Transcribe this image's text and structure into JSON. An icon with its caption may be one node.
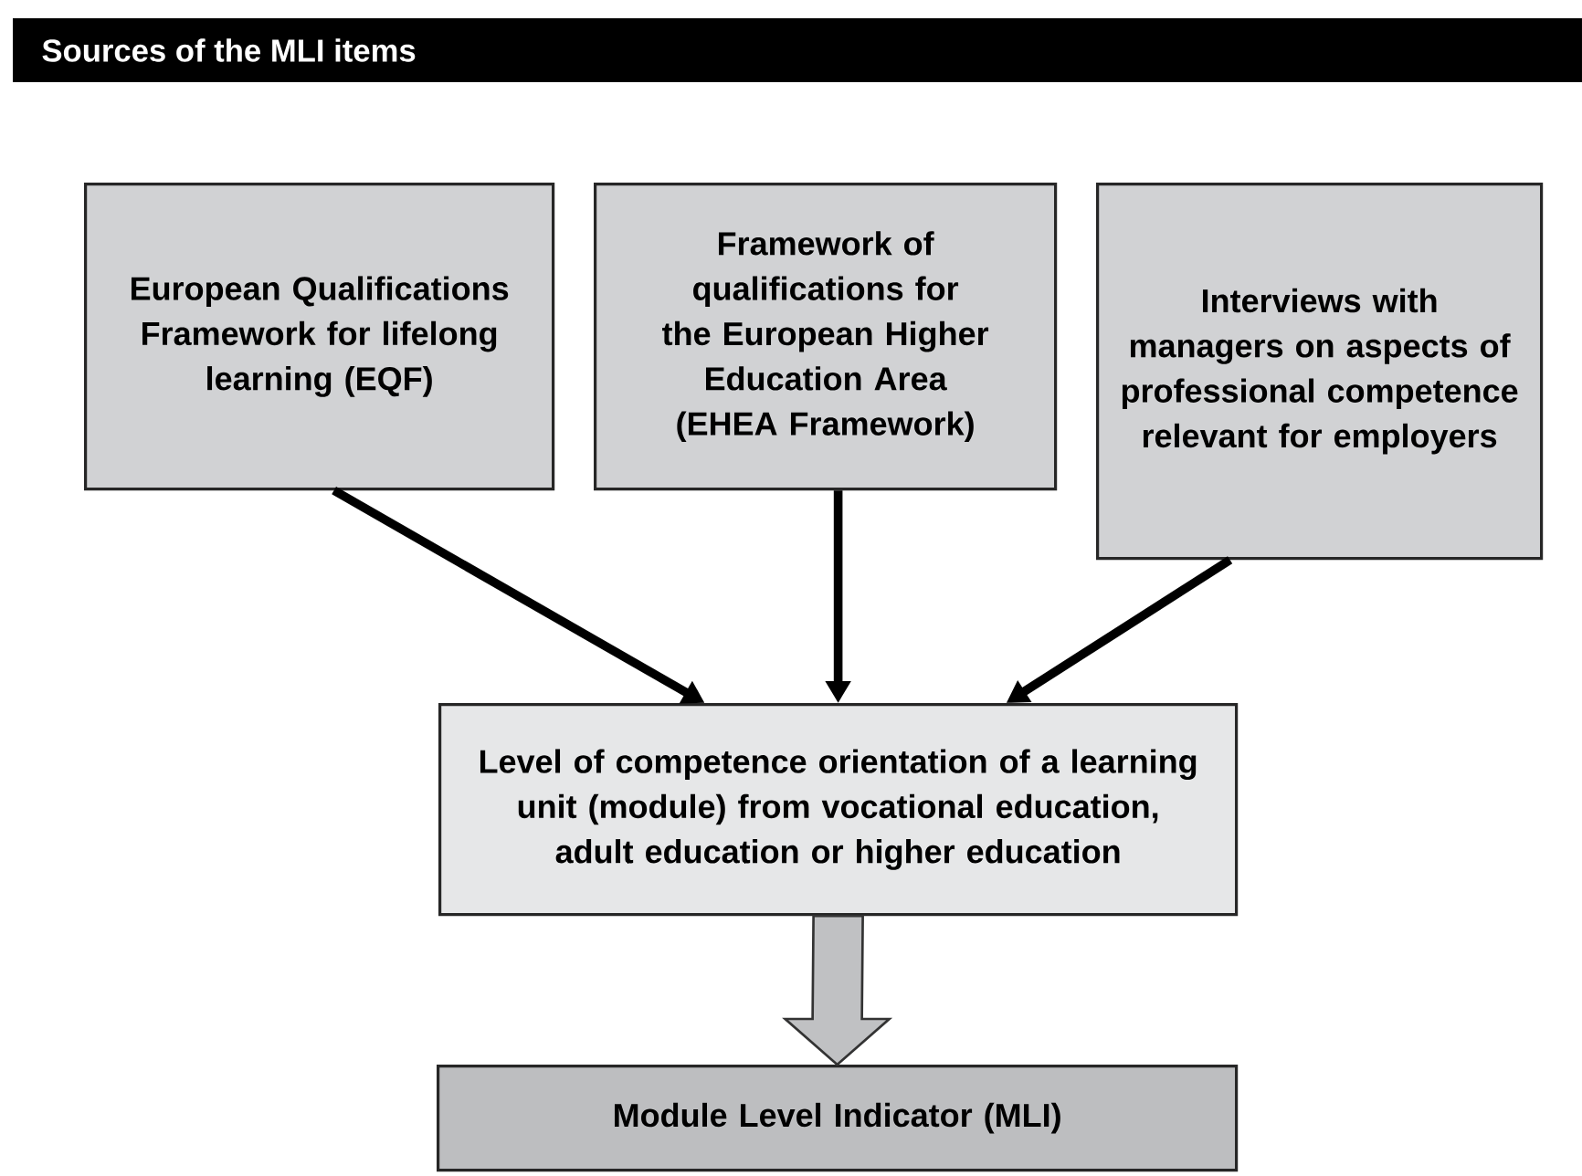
{
  "diagram": {
    "title": "Sources of the MLI items",
    "nodes": [
      {
        "text": [
          "European Qualifications Framework for lifelong learning (EQF)"
        ]
      },
      {
        "text": [
          "Framework of qualifications for the European Higher Education Area (EHEA Framework)"
        ]
      },
      {
        "text": [
          "Interviews with managers on aspects of professional competence relevant for employers"
        ]
      },
      {
        "text": [
          "Level of competence orientation of a learning unit (module) from vocational education, adult education or higher education"
        ]
      },
      {
        "text": [
          "Module Level Indicator (MLI)"
        ]
      }
    ],
    "edges": [
      {
        "from": 0,
        "to": 3,
        "arrow": "to"
      },
      {
        "from": 1,
        "to": 3,
        "arrow": "to"
      },
      {
        "from": 2,
        "to": 3,
        "arrow": "to"
      },
      {
        "from": 3,
        "to": 4,
        "arrow": "to",
        "style": "thick",
        "color": "#c0c1c3"
      }
    ]
  }
}
